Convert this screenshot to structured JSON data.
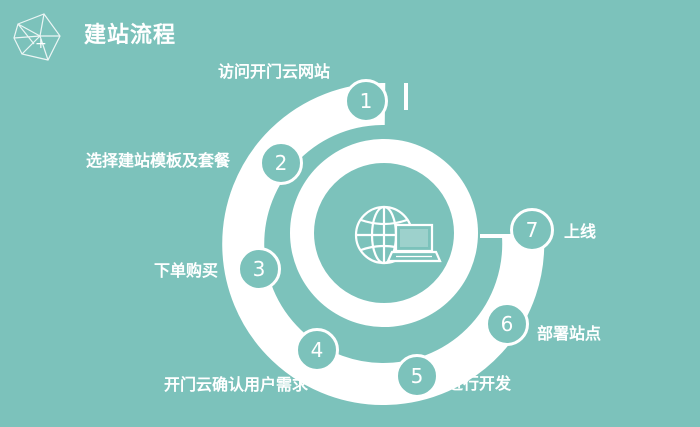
{
  "title": "建站流程",
  "colors": {
    "background": "#7cc2bb",
    "ring": "#ffffff",
    "accent": "#7cc2bb"
  },
  "steps": [
    {
      "num": "1",
      "label": "访问开门云网站"
    },
    {
      "num": "2",
      "label": "选择建站模板及套餐"
    },
    {
      "num": "3",
      "label": "下单购买"
    },
    {
      "num": "4",
      "label": "开门云确认用户需求"
    },
    {
      "num": "5",
      "label": "进行开发"
    },
    {
      "num": "6",
      "label": "部署站点"
    },
    {
      "num": "7",
      "label": "上线"
    }
  ],
  "icons": {
    "logo": "geometric-logo-icon",
    "center": "globe-laptop-icon"
  }
}
